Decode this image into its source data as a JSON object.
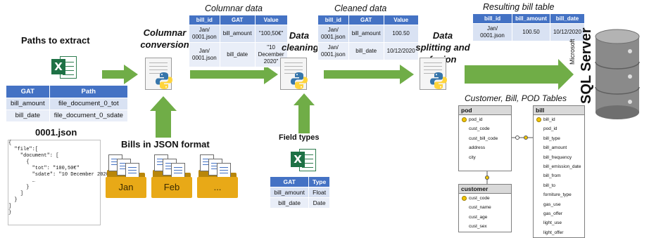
{
  "labels": {
    "paths_to_extract": "Paths to extract",
    "json_file": "0001.json",
    "bills_json": "Bills in JSON format",
    "columnar_data": "Columnar data",
    "cleaned_data": "Cleaned data",
    "resulting_table": "Resulting bill table",
    "columnar_conversion": "Columnar conversion",
    "data_cleaning": "Data cleaning",
    "data_splitting": "Data splitting and fusion",
    "field_types": "Field types",
    "erd_title": "Customer, Bill, POD Tables",
    "microsoft": "Microsoft",
    "sql_server": "SQL Server"
  },
  "paths_table": {
    "headers": [
      "GAT",
      "Path"
    ],
    "rows": [
      [
        "bill_amount",
        "file_document_0_tot"
      ],
      [
        "bill_date",
        "file_document_0_sdate"
      ]
    ]
  },
  "json_lines": [
    "{",
    "  \"file\":[",
    "    \"document\": [",
    "      {",
    "        \"tot\": \"100,50€\"",
    "        \"sdate\": \"10 December 2020\"",
    "        …",
    "      }",
    "    ]",
    "  }",
    "]",
    "}"
  ],
  "folders": [
    "Jan",
    "Feb",
    "..."
  ],
  "columnar_table": {
    "headers": [
      "bill_id",
      "GAT",
      "Value"
    ],
    "rows": [
      [
        "Jan/ 0001.json",
        "bill_amount",
        "\"100,50€\""
      ],
      [
        "Jan/ 0001.json",
        "bill_date",
        "\"10 December 2020\""
      ]
    ]
  },
  "cleaned_table": {
    "headers": [
      "bill_id",
      "GAT",
      "Value"
    ],
    "rows": [
      [
        "Jan/ 0001.json",
        "bill_amount",
        "100.50"
      ],
      [
        "Jan/ 0001.json",
        "bill_date",
        "10/12/2020"
      ]
    ]
  },
  "result_table": {
    "headers": [
      "bill_id",
      "bill_amount",
      "bill_date"
    ],
    "rows": [
      [
        "Jan/ 0001.json",
        "100.50",
        "10/12/2020"
      ]
    ]
  },
  "types_table": {
    "headers": [
      "GAT",
      "Type"
    ],
    "rows": [
      [
        "bill_amount",
        "Float"
      ],
      [
        "bill_date",
        "Date"
      ]
    ]
  },
  "pod_table": {
    "name": "pod",
    "fields": [
      "pod_id",
      "cust_code",
      "cust_bill_code",
      "address",
      "city"
    ]
  },
  "customer_table": {
    "name": "customer",
    "fields": [
      "cust_code",
      "cust_name",
      "cust_age",
      "cust_sex"
    ]
  },
  "bill_table": {
    "name": "bill",
    "fields": [
      "bill_id",
      "pod_id",
      "bill_type",
      "bill_amount",
      "bill_frequency",
      "bill_emission_date",
      "bill_from",
      "bill_to",
      "forniture_type",
      "gas_use",
      "gas_offer",
      "light_use",
      "light_offer"
    ]
  },
  "colors": {
    "arrow": "#70ad47",
    "table_header": "#4472c4",
    "table_cell": "#d9e2f3",
    "excel": "#1e7145",
    "folder": "#e8a917",
    "python_blue": "#3776ab",
    "python_yellow": "#ffd43b"
  },
  "icons": [
    "excel-icon",
    "python-doc-icon",
    "folder-icon",
    "database-icon",
    "key-icon"
  ]
}
